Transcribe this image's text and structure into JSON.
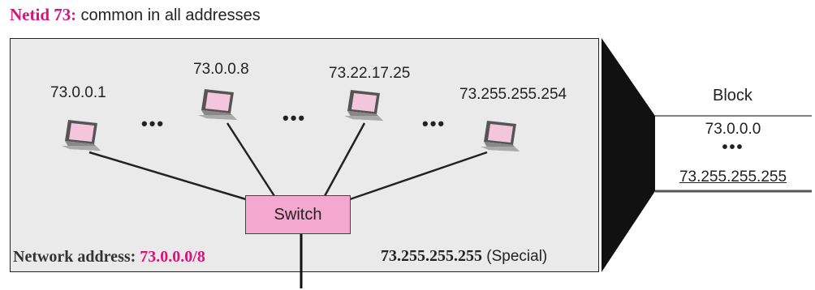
{
  "caption": {
    "netid": "Netid 73",
    "colon": ":",
    "text": " common in all addresses"
  },
  "hosts": [
    {
      "address": "73.0.0.1"
    },
    {
      "address": "73.0.0.8"
    },
    {
      "address": "73.22.17.25"
    },
    {
      "address": "73.255.255.254"
    }
  ],
  "ellipsis": "•••",
  "switch_label": "Switch",
  "network_address": {
    "label": "Network address: ",
    "value": "73.0.0.0/8"
  },
  "special": {
    "address": "73.255.255.255",
    "note": " (Special)"
  },
  "block": {
    "title": "Block",
    "first": "73.0.0.0",
    "ellipsis": "•••",
    "last": "73.255.255.255"
  },
  "colors": {
    "accent": "#d6147a",
    "switch_fill": "#f4a7cf",
    "network_fill": "#eaeaea",
    "laptop_screen": "#f3c6dc"
  }
}
